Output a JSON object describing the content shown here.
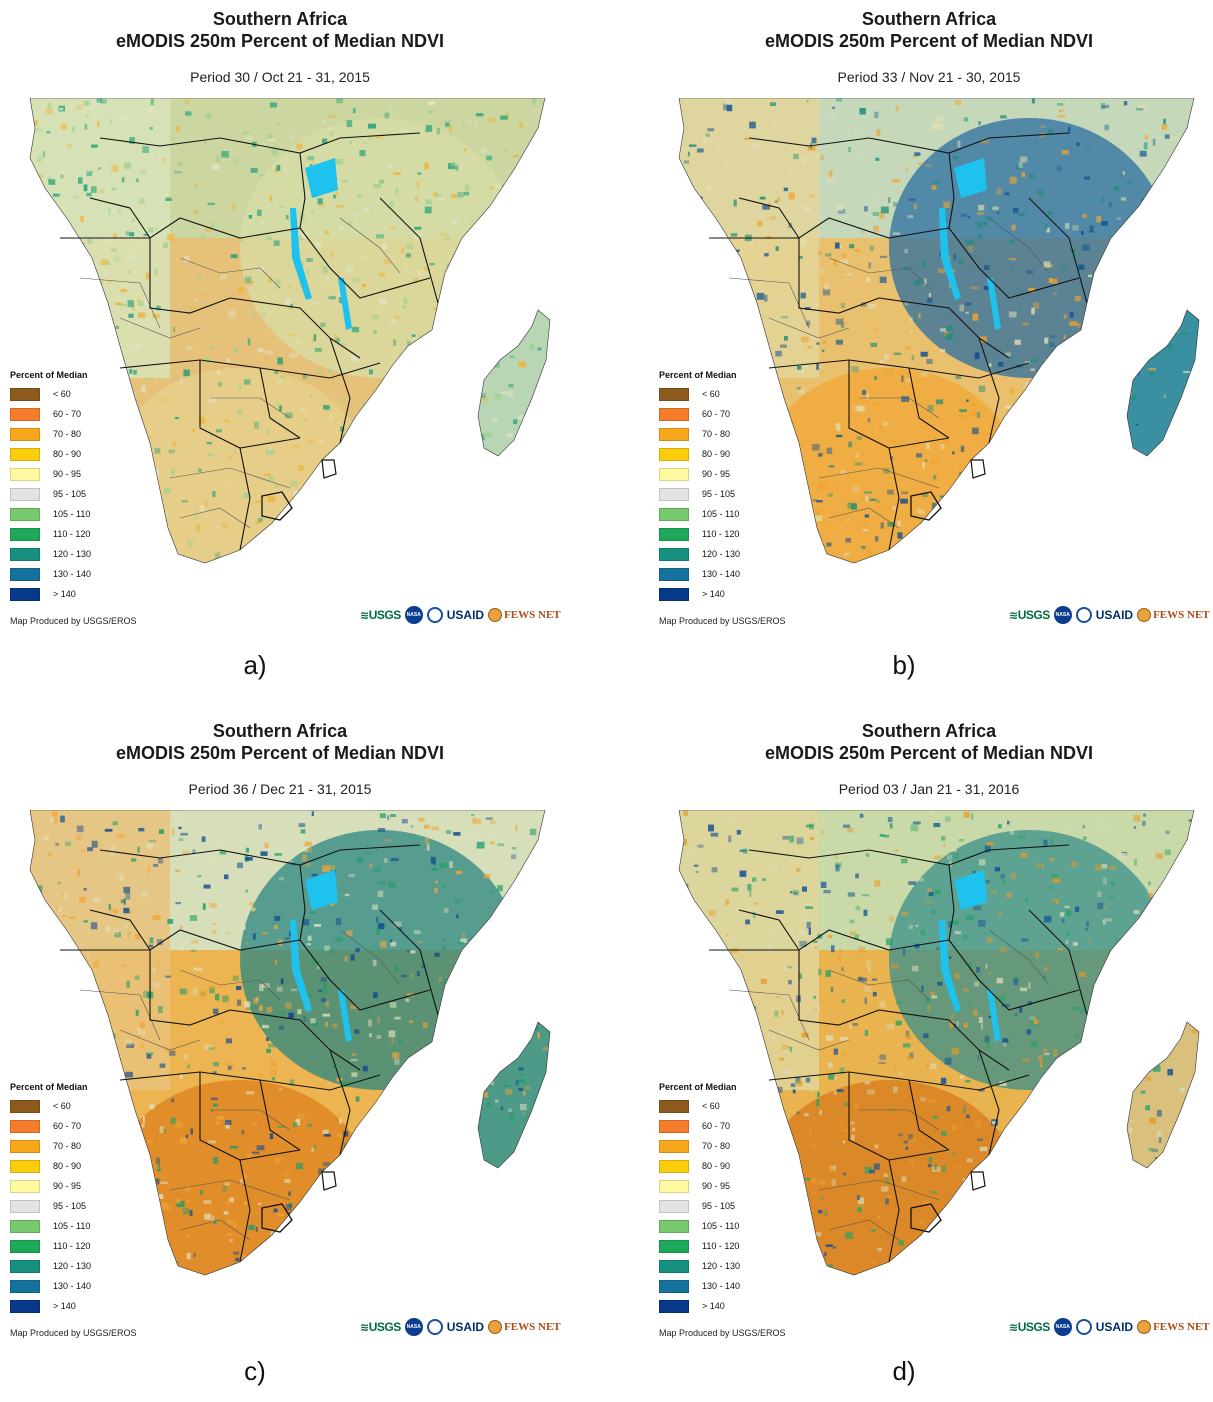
{
  "colors": {
    "lt60": "#8c5a1c",
    "c60_70": "#f57c2b",
    "c70_80": "#f6a71b",
    "c80_90": "#fbcd0a",
    "c90_95": "#fffaa0",
    "c95_105": "#e3e3e3",
    "c105_110": "#76c96c",
    "c110_120": "#1ea85a",
    "c120_130": "#16907f",
    "c130_140": "#14739c",
    "gt140": "#08388a",
    "water": "#1ec2ef"
  },
  "panels": [
    {
      "title_line1": "Southern Africa",
      "title_line2": "eMODIS 250m Percent of Median NDVI",
      "period": "Period 30 / Oct 21 - 31, 2015",
      "sublabel": "a)",
      "pattern": {
        "west": "#d8e4b8",
        "north": "#cbd6a0",
        "central": "#e6c17a",
        "south": "#e7cf8a",
        "east": "#d7dca6",
        "madagascar": "#b9d6b4",
        "speckle": [
          "#1f9f76",
          "#9fd18f",
          "#f0b33a",
          "#e0e4c6"
        ]
      }
    },
    {
      "title_line1": "Southern Africa",
      "title_line2": "eMODIS 250m Percent of Median NDVI",
      "period": "Period 33 / Nov 21 - 30, 2015",
      "sublabel": "b)",
      "pattern": {
        "west": "#e3d59a",
        "north": "#c5d8b9",
        "central": "#e9c06e",
        "south": "#efab3e",
        "east": "#2b6fa0",
        "madagascar": "#3a8fa0",
        "speckle": [
          "#0b4f92",
          "#1b8e74",
          "#f2a332",
          "#e2dfb4"
        ]
      }
    },
    {
      "title_line1": "Southern Africa",
      "title_line2": "eMODIS 250m Percent of Median NDVI",
      "period": "Period 36 / Dec 21 - 31, 2015",
      "sublabel": "c)",
      "pattern": {
        "west": "#e9c27a",
        "north": "#d6dfba",
        "central": "#ecb552",
        "south": "#e08a26",
        "east": "#2c8780",
        "madagascar": "#4d9a88",
        "speckle": [
          "#0c4690",
          "#1f9d6a",
          "#f0a53a",
          "#dfe0bc"
        ]
      }
    },
    {
      "title_line1": "Southern Africa",
      "title_line2": "eMODIS 250m Percent of Median NDVI",
      "period": "Period 03 / Jan 21 - 31, 2016",
      "sublabel": "d)",
      "pattern": {
        "west": "#dfd59a",
        "north": "#cad9a8",
        "central": "#e9b450",
        "south": "#d98424",
        "east": "#3a8f8a",
        "madagascar": "#d9c07c",
        "speckle": [
          "#0e4f96",
          "#2aa26a",
          "#e79a2a",
          "#dadbb6"
        ]
      }
    }
  ],
  "legend": {
    "title": "Percent of Median",
    "items": [
      {
        "label": "< 60",
        "color": "#8c5a1c"
      },
      {
        "label": "60 - 70",
        "color": "#f57c2b"
      },
      {
        "label": "70 - 80",
        "color": "#f6a71b"
      },
      {
        "label": "80 - 90",
        "color": "#fbcd0a"
      },
      {
        "label": "90 - 95",
        "color": "#fffaa0"
      },
      {
        "label": "95 - 105",
        "color": "#e3e3e3"
      },
      {
        "label": "105 - 110",
        "color": "#76c96c"
      },
      {
        "label": "110 - 120",
        "color": "#1ea85a"
      },
      {
        "label": "120 - 130",
        "color": "#16907f"
      },
      {
        "label": "130 - 140",
        "color": "#14739c"
      },
      {
        "label": "> 140",
        "color": "#08388a"
      }
    ]
  },
  "credit": "Map Produced by USGS/EROS",
  "logos": {
    "usgs": "USGS",
    "nasa": "NASA",
    "usaid": "USAID",
    "fews": "FEWS NET"
  }
}
